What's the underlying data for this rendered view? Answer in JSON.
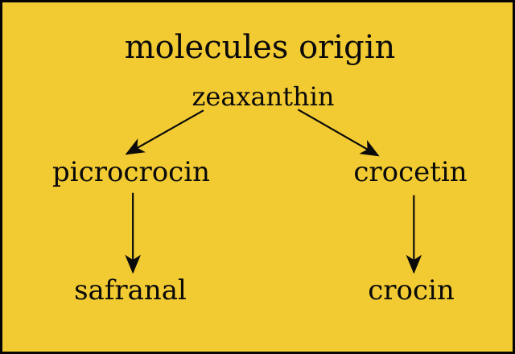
{
  "diagram": {
    "title": "molecules origin",
    "nodes": [
      {
        "id": "zeaxanthin",
        "label": "zeaxanthin"
      },
      {
        "id": "picrocrocin",
        "label": "picrocrocin"
      },
      {
        "id": "crocetin",
        "label": "crocetin"
      },
      {
        "id": "safranal",
        "label": "safranal"
      },
      {
        "id": "crocin",
        "label": "crocin"
      }
    ],
    "edges": [
      {
        "from": "zeaxanthin",
        "to": "picrocrocin"
      },
      {
        "from": "zeaxanthin",
        "to": "crocetin"
      },
      {
        "from": "picrocrocin",
        "to": "safranal"
      },
      {
        "from": "crocetin",
        "to": "crocin"
      }
    ],
    "colors": {
      "background": "#F2CA32",
      "border": "#050505",
      "text": "#0a0a0a",
      "arrow": "#0a0a0a"
    }
  }
}
